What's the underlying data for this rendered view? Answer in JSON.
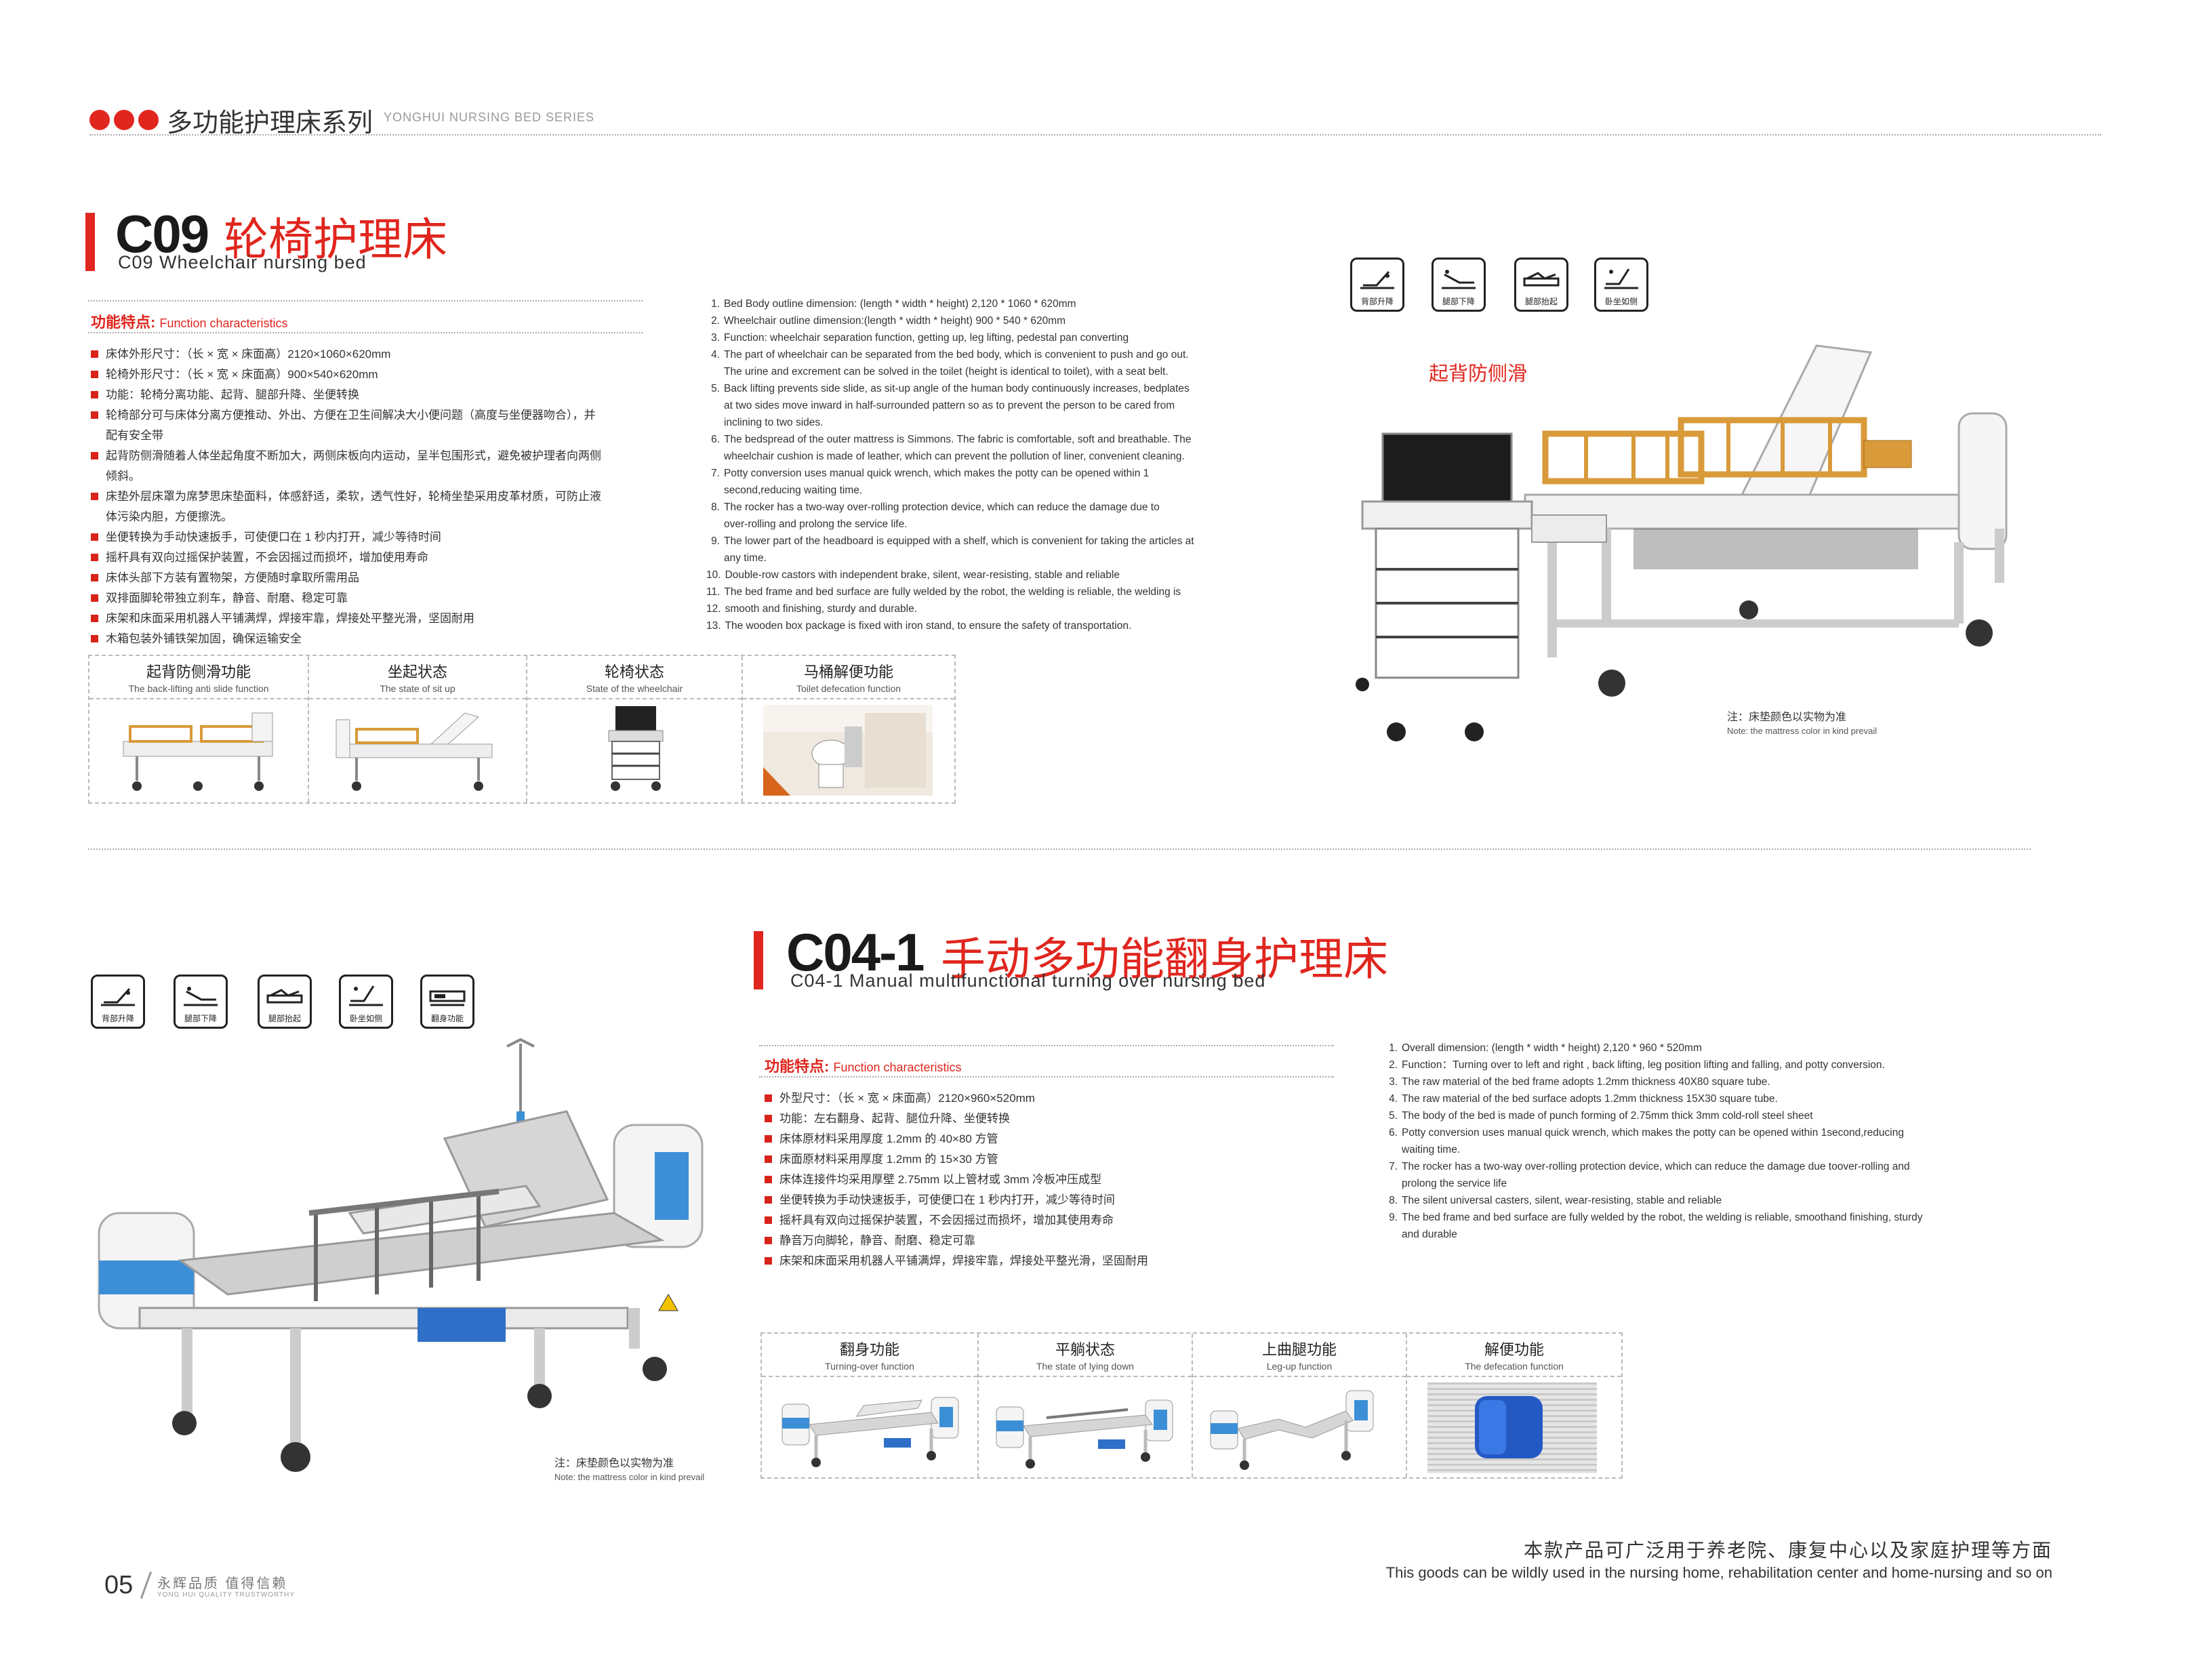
{
  "header": {
    "title": "多功能护理床系列",
    "subtitle": "YONGHUI NURSING BED SERIES"
  },
  "c09": {
    "model": "C09",
    "name_cn": "轮椅护理床",
    "name_en": "C09 Wheelchair nursing bed",
    "fc_cn": "功能特点:",
    "fc_en": "Function characteristics",
    "features_cn": [
      "床体外形尺寸：（长 × 宽 × 床面高）2120×1060×620mm",
      "轮椅外形尺寸：（长 × 宽 × 床面高）900×540×620mm",
      "功能：轮椅分离功能、起背、腿部升降、坐便转换",
      "轮椅部分可与床体分离方便推动、外出、方便在卫生间解决大小便问题（高度与坐便器吻合），并",
      "配有安全带",
      "起背防侧滑随着人体坐起角度不断加大，两侧床板向内运动，呈半包围形式，避免被护理者向两侧",
      "倾斜。",
      "床垫外层床罩为席梦思床垫面料，体感舒适，柔软，透气性好，轮椅坐垫采用皮革材质，可防止液",
      "体污染内胆，方便擦洗。",
      "坐便转换为手动快速扳手，可使便口在 1 秒内打开，减少等待时间",
      "摇杆具有双向过摇保护装置，不会因摇过而损坏，增加使用寿命",
      "床体头部下方装有置物架，方便随时拿取所需用品",
      "双排面脚轮带独立刹车，静音、耐磨、稳定可靠",
      "床架和床面采用机器人平铺满焊，焊接牢靠，焊接处平整光滑，坚固耐用",
      "木箱包装外铺铁架加固，确保运输安全"
    ],
    "features_en": [
      "1.|Bed Body outline dimension: (length * width * height) 2,120 * 1060 * 620mm",
      "2.|Wheelchair outline dimension:(length * width * height) 900 * 540 * 620mm",
      "3.|Function: wheelchair separation function, getting up, leg lifting, pedestal pan converting",
      "4.|The part of wheelchair can be separated from the bed body, which is convenient to push and go out.",
      "|The urine and excrement can be solved in the toilet (height is identical to toilet), with a seat belt.",
      "5.|Back lifting prevents side slide, as sit-up angle of the human body continuously increases, bedplates",
      "|at two sides move inward in half-surrounded pattern so as to prevent the person to be cared from",
      "|inclining to two sides.",
      "6.|The bedspread of the outer mattress is Simmons. The fabric is comfortable, soft and breathable. The",
      "|wheelchair cushion is made of leather, which can prevent the pollution of liner, convenient cleaning.",
      "7.|Potty conversion uses manual quick wrench, which makes the potty can be opened within 1",
      "|second,reducing waiting time.",
      "8.|The rocker has a two-way over-rolling protection device, which can reduce the damage due to",
      "|over-rolling and prolong the service life.",
      "9.|The lower part of the headboard is equipped with a shelf, which is convenient for taking the articles at",
      "|any time.",
      "10.|Double-row castors with independent brake, silent, wear-resisting, stable and reliable",
      "11.|The bed frame and bed surface are fully welded by the robot, the welding is reliable, the welding is",
      "12.|smooth and finishing, sturdy and durable.",
      "13.|The wooden box package is fixed with iron stand, to ensure the safety of transportation."
    ],
    "functions": [
      {
        "cn": "起背防侧滑功能",
        "en": "The back-lifting anti slide function"
      },
      {
        "cn": "坐起状态",
        "en": "The state of sit up"
      },
      {
        "cn": "轮椅状态",
        "en": "State of the wheelchair"
      },
      {
        "cn": "马桶解便功能",
        "en": "Toilet defecation function"
      }
    ],
    "mode_icons": [
      "背部升降",
      "腿部下降",
      "腿部抬起",
      "卧坐如侧"
    ],
    "caption": "起背防侧滑",
    "note_cn": "注：床垫颜色以实物为准",
    "note_en": "Note: the mattress color in kind prevail"
  },
  "c041": {
    "model": "C04-1",
    "name_cn": "手动多功能翻身护理床",
    "name_en": "C04-1 Manual multifunctional turning over nursing bed",
    "fc_cn": "功能特点:",
    "fc_en": "Function characteristics",
    "features_cn": [
      "外型尺寸：（长 × 宽 × 床面高）2120×960×520mm",
      "功能：左右翻身、起背、腿位升降、坐便转换",
      "床体原材料采用厚度 1.2mm 的 40×80 方管",
      "床面原材料采用厚度 1.2mm 的 15×30 方管",
      "床体连接件均采用厚壁 2.75mm 以上管材或 3mm 冷板冲压成型",
      "坐便转换为手动快速扳手，可使便口在 1 秒内打开，减少等待时间",
      "摇杆具有双向过摇保护装置，不会因摇过而损坏，增加其使用寿命",
      "静音万向脚轮，静音、耐磨、稳定可靠",
      "床架和床面采用机器人平铺满焊，焊接牢靠，焊接处平整光滑，坚固耐用"
    ],
    "features_en": [
      "1.|Overall dimension: (length * width * height) 2,120 * 960 * 520mm",
      "2.|Function：Turning over to left and right , back lifting, leg position lifting and falling, and potty conversion.",
      "3.|The raw material of the bed frame adopts 1.2mm thickness 40X80 square tube.",
      "4.|The raw material of the bed surface adopts 1.2mm thickness 15X30 square tube.",
      "5.|The body of the bed is made of punch forming of 2.75mm thick 3mm cold-roll steel sheet",
      "6.|Potty conversion uses manual quick wrench, which makes the potty can be opened within 1second,reducing",
      "|waiting time.",
      "7.|The rocker has a two-way over-rolling protection device, which can reduce the damage due toover-rolling and",
      "|prolong the service life",
      "8.|The silent universal casters, silent, wear-resisting, stable and reliable",
      "9.|The bed frame and bed surface are fully welded by the robot, the welding is reliable, smoothand finishing, sturdy",
      "|and durable"
    ],
    "functions": [
      {
        "cn": "翻身功能",
        "en": "Turning-over function"
      },
      {
        "cn": "平躺状态",
        "en": "The state of lying down"
      },
      {
        "cn": "上曲腿功能",
        "en": "Leg-up function"
      },
      {
        "cn": "解便功能",
        "en": "The defecation function"
      }
    ],
    "mode_icons": [
      "背部升降",
      "腿部下降",
      "腿部抬起",
      "卧坐如侧",
      "翻身功能"
    ],
    "note_cn": "注：床垫颜色以实物为准",
    "note_en": "Note: the mattress color in kind prevail"
  },
  "footer": {
    "page": "05",
    "slogan_cn": "永辉品质 值得信赖",
    "slogan_en": "YONG HUI QUALITY TRUSTWORTHY",
    "tagline_cn": "本款产品可广泛用于养老院、康复中心以及家庭护理等方面",
    "tagline_en": "This goods can be wildly used in the nursing home, rehabilitation center and home-nursing and so on"
  },
  "colors": {
    "accent": "#e0261e",
    "bed_blue": "#3c8fd6",
    "rail_orange": "#d99a3a"
  }
}
